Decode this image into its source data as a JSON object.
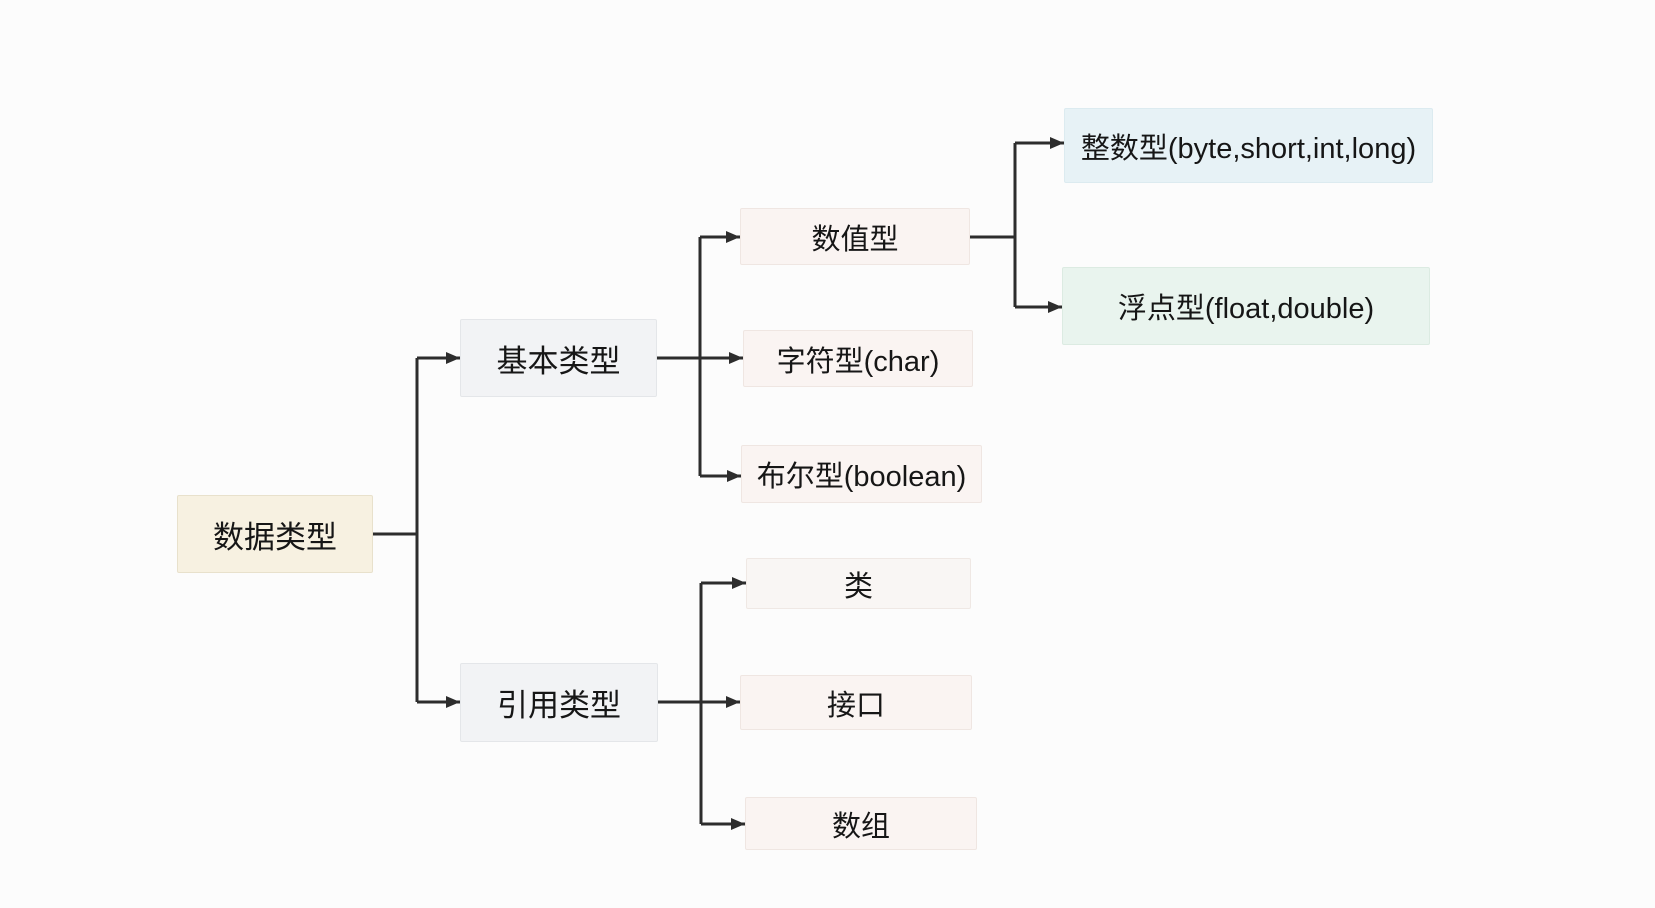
{
  "diagram": {
    "description": "Java data type hierarchy tree diagram",
    "nodes": {
      "root": {
        "label": "数据类型",
        "parent": null
      },
      "basic": {
        "label": "基本类型",
        "parent": "root"
      },
      "reference": {
        "label": "引用类型",
        "parent": "root"
      },
      "numeric": {
        "label": "数值型",
        "parent": "basic"
      },
      "char": {
        "label": "字符型(char)",
        "parent": "basic"
      },
      "boolean": {
        "label": "布尔型(boolean)",
        "parent": "basic"
      },
      "integer": {
        "label": "整数型(byte,short,int,long)",
        "parent": "numeric"
      },
      "float": {
        "label": "浮点型(float,double)",
        "parent": "numeric"
      },
      "class": {
        "label": "类",
        "parent": "reference"
      },
      "interface": {
        "label": "接口",
        "parent": "reference"
      },
      "array": {
        "label": "数组",
        "parent": "reference"
      }
    }
  },
  "colors": {
    "background": "#fcfcfc",
    "line": "#2d2d2d",
    "text": "#161616",
    "node_root_bg": "#f7f1e1",
    "node_branch_bg": "#f2f3f5",
    "node_leaf_pink_bg": "#faf4f2",
    "node_leaf_pink_light_bg": "#f9f6f4",
    "node_integer_bg": "#e7f2f6",
    "node_float_bg": "#e9f4ee"
  }
}
